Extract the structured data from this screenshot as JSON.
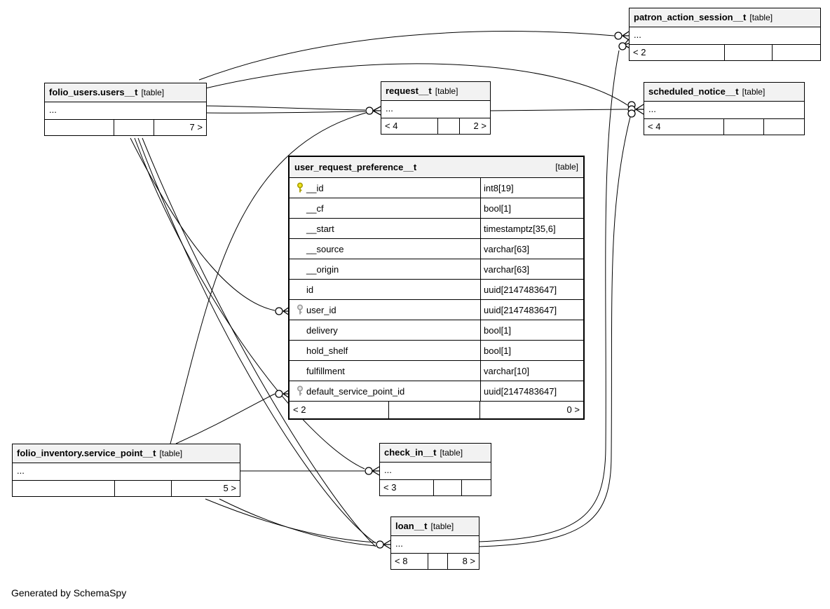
{
  "diagram": {
    "caption": "Generated by SchemaSpy",
    "entity_suffix": "[table]"
  },
  "tables": [
    {
      "name": "patron_action_session__t",
      "suffix": "[table]",
      "body": "...",
      "footer": [
        "< 2",
        "",
        ""
      ]
    },
    {
      "name": "folio_users.users__t",
      "suffix": "[table]",
      "body": "...",
      "footer": [
        "",
        "",
        "7 >"
      ]
    },
    {
      "name": "request__t",
      "suffix": "[table]",
      "body": "...",
      "footer": [
        "< 4",
        "",
        "2 >"
      ]
    },
    {
      "name": "scheduled_notice__t",
      "suffix": "[table]",
      "body": "...",
      "footer": [
        "< 4",
        "",
        ""
      ]
    },
    {
      "name": "folio_inventory.service_point__t",
      "suffix": "[table]",
      "body": "...",
      "footer": [
        "",
        "",
        "5 >"
      ]
    },
    {
      "name": "check_in__t",
      "suffix": "[table]",
      "body": "...",
      "footer": [
        "< 3",
        "",
        ""
      ]
    },
    {
      "name": "loan__t",
      "suffix": "[table]",
      "body": "...",
      "footer": [
        "< 8",
        "",
        "8 >"
      ]
    }
  ],
  "main_table": {
    "name": "user_request_preference__t",
    "suffix": "[table]",
    "columns": [
      {
        "name": "__id",
        "type": "int8[19]",
        "key": "pk"
      },
      {
        "name": "__cf",
        "type": "bool[1]",
        "key": "none"
      },
      {
        "name": "__start",
        "type": "timestamptz[35,6]",
        "key": "none"
      },
      {
        "name": "__source",
        "type": "varchar[63]",
        "key": "none"
      },
      {
        "name": "__origin",
        "type": "varchar[63]",
        "key": "none"
      },
      {
        "name": "id",
        "type": "uuid[2147483647]",
        "key": "none"
      },
      {
        "name": "user_id",
        "type": "uuid[2147483647]",
        "key": "fk"
      },
      {
        "name": "delivery",
        "type": "bool[1]",
        "key": "none"
      },
      {
        "name": "hold_shelf",
        "type": "bool[1]",
        "key": "none"
      },
      {
        "name": "fulfillment",
        "type": "varchar[10]",
        "key": "none"
      },
      {
        "name": "default_service_point_id",
        "type": "uuid[2147483647]",
        "key": "fk"
      }
    ],
    "footer": [
      "< 2",
      "",
      "0 >"
    ]
  },
  "relationships": [
    {
      "from": "folio_users.users__t",
      "to": "patron_action_session__t"
    },
    {
      "from": "folio_users.users__t",
      "to": "scheduled_notice__t"
    },
    {
      "from": "folio_users.users__t",
      "to": "request__t"
    },
    {
      "from": "folio_users.users__t",
      "to": "request__t"
    },
    {
      "from": "folio_users.users__t",
      "to": "user_request_preference__t.user_id"
    },
    {
      "from": "folio_users.users__t",
      "to": "check_in__t"
    },
    {
      "from": "folio_users.users__t",
      "to": "loan__t"
    },
    {
      "from": "folio_users.users__t",
      "to": "loan__t"
    },
    {
      "from": "request__t",
      "to": "scheduled_notice__t"
    },
    {
      "from": "folio_inventory.service_point__t",
      "to": "request__t"
    },
    {
      "from": "folio_inventory.service_point__t",
      "to": "check_in__t"
    },
    {
      "from": "folio_inventory.service_point__t",
      "to": "loan__t"
    },
    {
      "from": "folio_inventory.service_point__t",
      "to": "loan__t"
    },
    {
      "from": "folio_inventory.service_point__t",
      "to": "user_request_preference__t.default_service_point_id"
    },
    {
      "from": "loan__t",
      "to": "patron_action_session__t"
    },
    {
      "from": "loan__t",
      "to": "scheduled_notice__t"
    }
  ]
}
